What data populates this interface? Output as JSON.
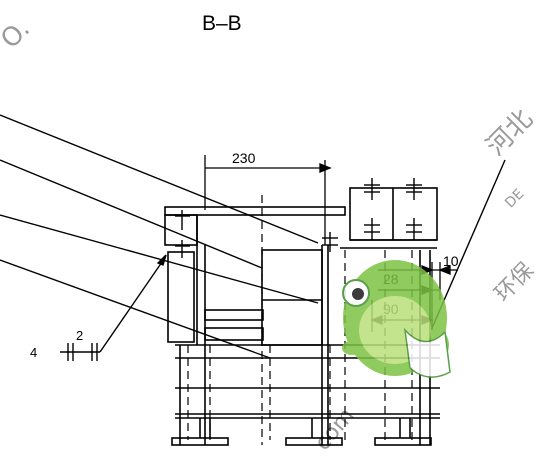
{
  "drawing": {
    "section_title": "B–B",
    "dimensions": {
      "width_230": "230",
      "offset_28": "28",
      "offset_10": "10",
      "offset_90": "90",
      "weld_count": "4",
      "weld_size": "2"
    }
  },
  "watermarks": {
    "left_text": "O.",
    "right_cn": "河北",
    "right_en": "DE",
    "right_cn2": "环保",
    "bottom": "com"
  },
  "colors": {
    "line": "#000000",
    "watermark": "#9a9a9a",
    "mascot_green": "#7cc242",
    "mascot_dark": "#3e8f2a"
  }
}
